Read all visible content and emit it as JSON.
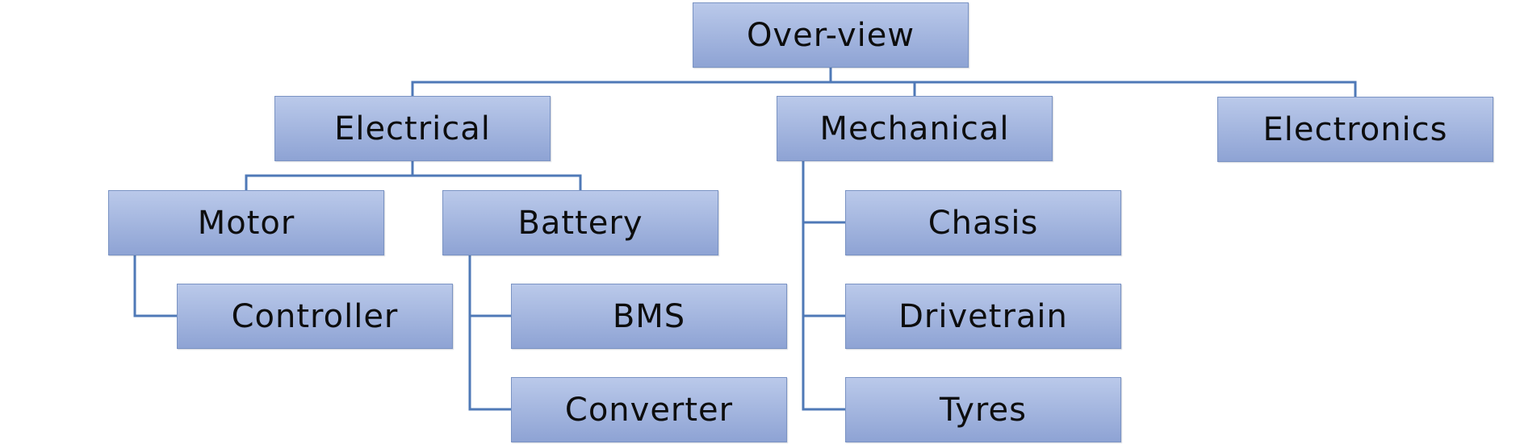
{
  "nodes": {
    "overview": "Over-view",
    "electrical": "Electrical",
    "mechanical": "Mechanical",
    "electronics": "Electronics",
    "motor": "Motor",
    "battery": "Battery",
    "controller": "Controller",
    "bms": "BMS",
    "converter": "Converter",
    "chasis": "Chasis",
    "drivetrain": "Drivetrain",
    "tyres": "Tyres"
  },
  "edges": [
    [
      "overview",
      "electrical"
    ],
    [
      "overview",
      "mechanical"
    ],
    [
      "overview",
      "electronics"
    ],
    [
      "electrical",
      "motor"
    ],
    [
      "electrical",
      "battery"
    ],
    [
      "motor",
      "controller"
    ],
    [
      "battery",
      "bms"
    ],
    [
      "battery",
      "converter"
    ],
    [
      "mechanical",
      "chasis"
    ],
    [
      "mechanical",
      "drivetrain"
    ],
    [
      "mechanical",
      "tyres"
    ]
  ],
  "colors": {
    "connector": "#4f79b7",
    "box_top": "#bac9ea",
    "box_bottom": "#8ea3d4",
    "box_border": "#7a93c3",
    "text": "#0d0d0d"
  }
}
